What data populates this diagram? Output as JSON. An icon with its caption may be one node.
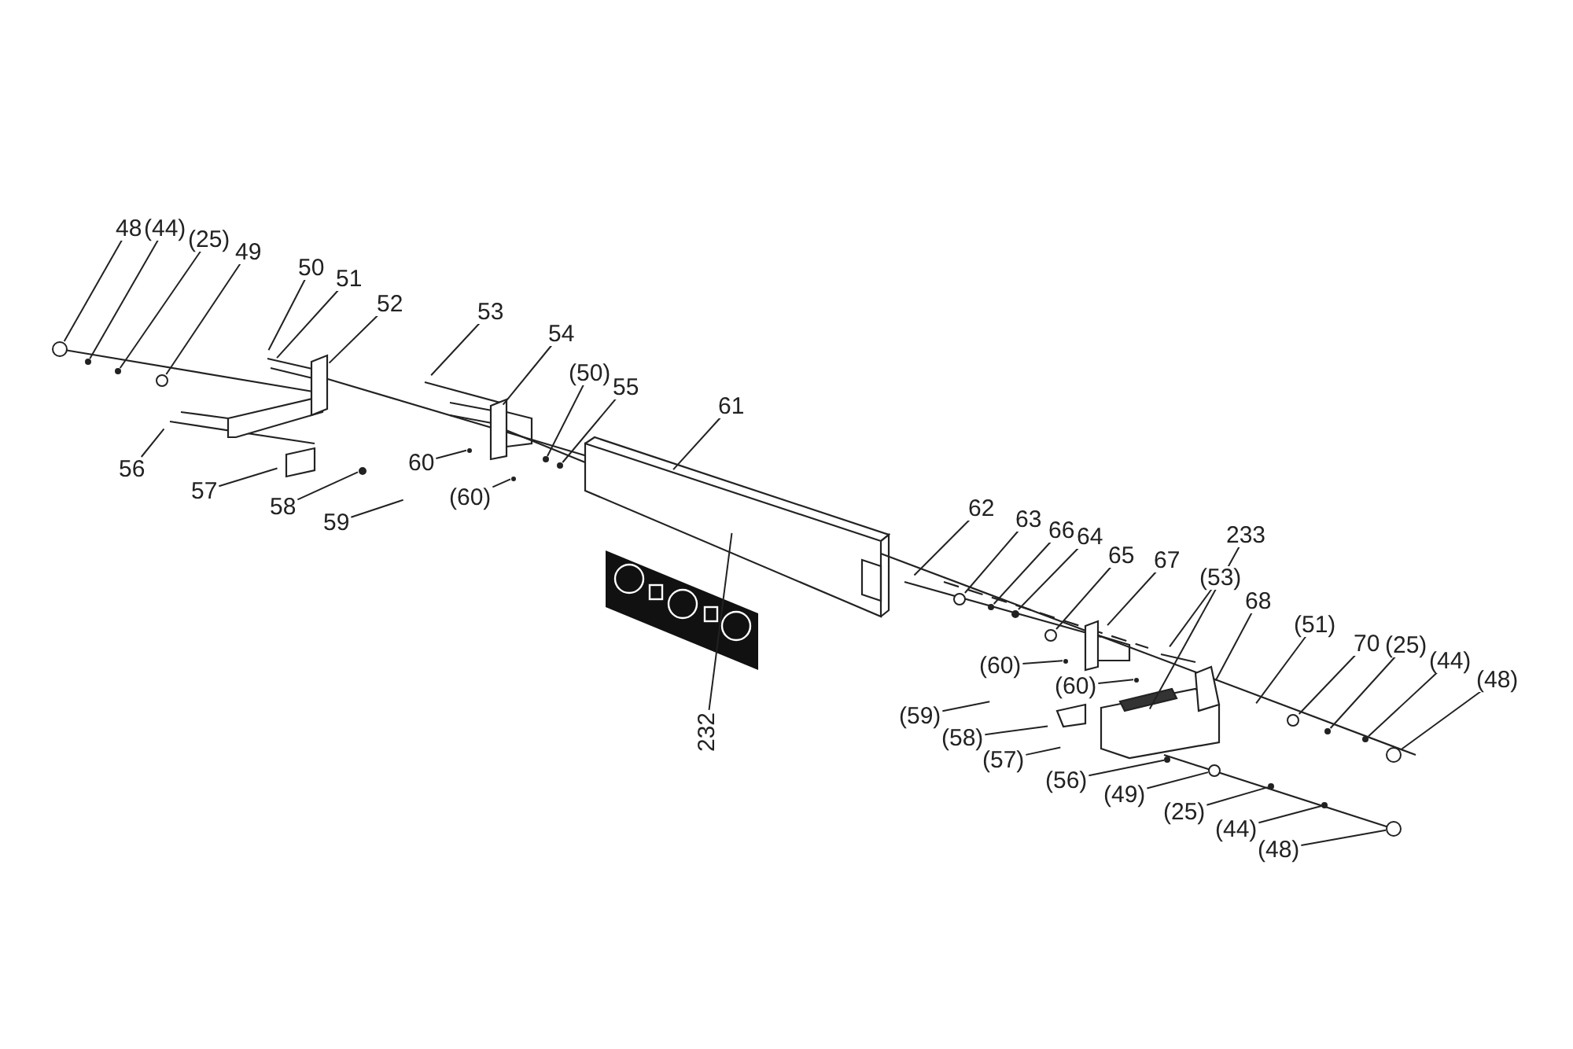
{
  "diagram": {
    "nodes": [
      {
        "text": [
          "48"
        ]
      },
      {
        "text": [
          "(44)"
        ]
      },
      {
        "text": [
          "(25)"
        ]
      },
      {
        "text": [
          "49"
        ]
      },
      {
        "text": [
          "50"
        ]
      },
      {
        "text": [
          "51"
        ]
      },
      {
        "text": [
          "52"
        ]
      },
      {
        "text": [
          "53"
        ]
      },
      {
        "text": [
          "54"
        ]
      },
      {
        "text": [
          "(50)"
        ]
      },
      {
        "text": [
          "55"
        ]
      },
      {
        "text": [
          "56"
        ]
      },
      {
        "text": [
          "57"
        ]
      },
      {
        "text": [
          "58"
        ]
      },
      {
        "text": [
          "59"
        ]
      },
      {
        "text": [
          "60"
        ]
      },
      {
        "text": [
          "(60)"
        ]
      },
      {
        "text": [
          "61"
        ]
      },
      {
        "text": [
          "232"
        ]
      },
      {
        "text": [
          "62"
        ]
      },
      {
        "text": [
          "63"
        ]
      },
      {
        "text": [
          "66"
        ]
      },
      {
        "text": [
          "64"
        ]
      },
      {
        "text": [
          "65"
        ]
      },
      {
        "text": [
          "67"
        ]
      },
      {
        "text": [
          "233"
        ]
      },
      {
        "text": [
          "(53)"
        ]
      },
      {
        "text": [
          "68"
        ]
      },
      {
        "text": [
          "(51)"
        ]
      },
      {
        "text": [
          "70"
        ]
      },
      {
        "text": [
          "(25)"
        ]
      },
      {
        "text": [
          "(44)"
        ]
      },
      {
        "text": [
          "(48)"
        ]
      },
      {
        "text": [
          "(60)"
        ]
      },
      {
        "text": [
          "(60)"
        ]
      },
      {
        "text": [
          "(59)"
        ]
      },
      {
        "text": [
          "(58)"
        ]
      },
      {
        "text": [
          "(57)"
        ]
      },
      {
        "text": [
          "(56)"
        ]
      },
      {
        "text": [
          "(49)"
        ]
      },
      {
        "text": [
          "(25)"
        ]
      },
      {
        "text": [
          "(44)"
        ]
      },
      {
        "text": [
          "(48)"
        ]
      },
      {
        "text": [],
        "shape": "circle"
      },
      {
        "text": [],
        "shape": "circle"
      },
      {
        "text": [],
        "shape": "circle"
      },
      {
        "text": [],
        "shape": "circle"
      },
      {
        "text": [],
        "shape": "circle"
      },
      {
        "text": [],
        "shape": "circle"
      },
      {
        "text": [],
        "shape": "circle"
      },
      {
        "text": [],
        "shape": "circle"
      },
      {
        "text": [],
        "shape": "circle"
      },
      {
        "text": [],
        "shape": "circle"
      },
      {
        "text": [],
        "shape": "circle"
      },
      {
        "text": [],
        "shape": "circle"
      },
      {
        "text": [],
        "shape": "circle"
      },
      {
        "text": [],
        "shape": "circle"
      },
      {
        "text": [],
        "shape": "circle"
      },
      {
        "text": [],
        "shape": "circle"
      },
      {
        "text": [],
        "shape": "circle"
      },
      {
        "text": [],
        "shape": "circle"
      },
      {
        "text": [],
        "shape": "circle"
      },
      {
        "text": [],
        "shape": "circle"
      },
      {
        "text": [],
        "shape": "circle"
      },
      {
        "text": [],
        "shape": "circle"
      },
      {
        "text": [],
        "shape": "circle"
      },
      {
        "text": [],
        "shape": "circle"
      }
    ],
    "edges": [
      {
        "from": 0,
        "to": 43,
        "arrow": "none"
      },
      {
        "from": 1,
        "to": 44,
        "arrow": "none"
      },
      {
        "from": 2,
        "to": 45,
        "arrow": "none"
      },
      {
        "from": 3,
        "to": 46,
        "arrow": "none"
      },
      {
        "from": 4,
        "to": null,
        "arrow": "none"
      },
      {
        "from": 5,
        "to": null,
        "arrow": "none"
      },
      {
        "from": 6,
        "to": null,
        "arrow": "none"
      },
      {
        "from": 7,
        "to": null,
        "arrow": "none"
      },
      {
        "from": 8,
        "to": null,
        "arrow": "none"
      },
      {
        "from": 9,
        "to": 50,
        "arrow": "none"
      },
      {
        "from": 10,
        "to": 51,
        "arrow": "none"
      },
      {
        "from": 11,
        "to": null,
        "arrow": "none"
      },
      {
        "from": 12,
        "to": null,
        "arrow": "none"
      },
      {
        "from": 13,
        "to": 47,
        "arrow": "none"
      },
      {
        "from": 14,
        "to": null,
        "arrow": "none"
      },
      {
        "from": 15,
        "to": 48,
        "arrow": "none"
      },
      {
        "from": 16,
        "to": 49,
        "arrow": "none"
      },
      {
        "from": 17,
        "to": null,
        "arrow": "none"
      },
      {
        "from": 18,
        "to": null,
        "arrow": "none"
      },
      {
        "from": 19,
        "to": null,
        "arrow": "none"
      },
      {
        "from": 20,
        "to": 52,
        "arrow": "none"
      },
      {
        "from": 21,
        "to": 53,
        "arrow": "none"
      },
      {
        "from": 22,
        "to": 54,
        "arrow": "none"
      },
      {
        "from": 23,
        "to": 55,
        "arrow": "none"
      },
      {
        "from": 24,
        "to": null,
        "arrow": "none"
      },
      {
        "from": 25,
        "to": null,
        "arrow": "none"
      },
      {
        "from": 26,
        "to": null,
        "arrow": "none"
      },
      {
        "from": 27,
        "to": null,
        "arrow": "none"
      },
      {
        "from": 28,
        "to": null,
        "arrow": "none"
      },
      {
        "from": 29,
        "to": 60,
        "arrow": "none"
      },
      {
        "from": 30,
        "to": 62,
        "arrow": "none"
      },
      {
        "from": 31,
        "to": 64,
        "arrow": "none"
      },
      {
        "from": 32,
        "to": 65,
        "arrow": "none"
      },
      {
        "from": 33,
        "to": 56,
        "arrow": "none"
      },
      {
        "from": 34,
        "to": 57,
        "arrow": "none"
      },
      {
        "from": 35,
        "to": null,
        "arrow": "none"
      },
      {
        "from": 36,
        "to": null,
        "arrow": "none"
      },
      {
        "from": 37,
        "to": null,
        "arrow": "none"
      },
      {
        "from": 38,
        "to": 58,
        "arrow": "none"
      },
      {
        "from": 39,
        "to": 59,
        "arrow": "none"
      },
      {
        "from": 40,
        "to": 61,
        "arrow": "none"
      },
      {
        "from": 41,
        "to": 63,
        "arrow": "none"
      },
      {
        "from": 42,
        "to": 66,
        "arrow": "none"
      }
    ]
  }
}
